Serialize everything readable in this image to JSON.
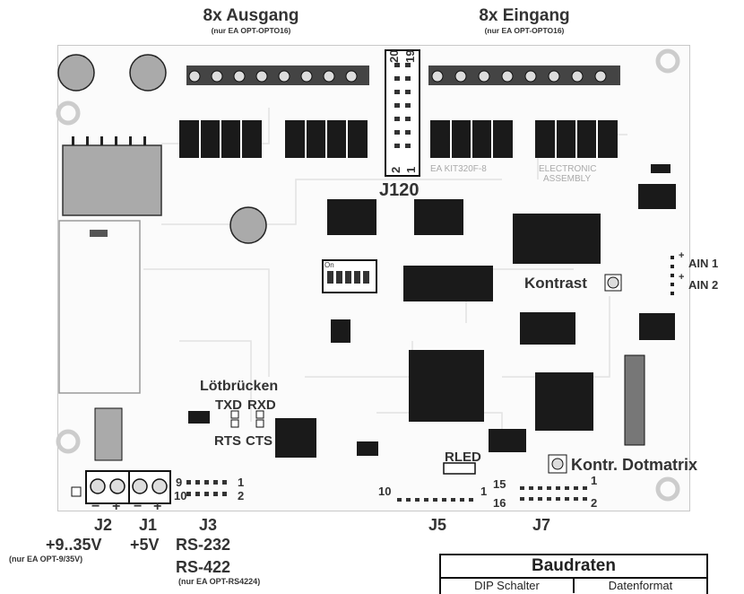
{
  "headings": {
    "outputs": {
      "title": "8x Ausgang",
      "note": "(nur EA OPT-OPTO16)"
    },
    "inputs": {
      "title": "8x Eingang",
      "note": "(nur EA OPT-OPTO16)"
    }
  },
  "board_labels": {
    "j120": "J120",
    "j120_pin20": "20",
    "j120_pin19": "19",
    "j120_pin2": "2",
    "j120_pin1": "1",
    "silk_kit": "EA KIT320F-8",
    "silk_electronic": "ELECTRONIC",
    "silk_assembly": "ASSEMBLY",
    "dip_on": "On",
    "ain1": "AIN 1",
    "ain2": "AIN 2",
    "ain_plus": "+",
    "kontrast": "Kontrast",
    "kontr_dotmatrix": "Kontr. Dotmatrix",
    "lotbrucken": "Lötbrücken",
    "txd": "TXD",
    "rxd": "RXD",
    "rts": "RTS",
    "cts": "CTS",
    "rled": "RLED",
    "j3_pin9": "9",
    "j3_pin1": "1",
    "j3_pin10": "10",
    "j3_pin2": "2",
    "j5_pin10": "10",
    "j5_pin1": "1",
    "j5_pin16": "16",
    "j7_pin15": "15",
    "j7_pin1": "1",
    "j7_pin2": "2",
    "minus": "−",
    "plus": "+"
  },
  "connectors": {
    "j2": {
      "name": "J2",
      "voltage": "+9..35V",
      "note": "(nur EA OPT-9/35V)"
    },
    "j1": {
      "name": "J1",
      "voltage": "+5V"
    },
    "j3": {
      "name": "J3",
      "rs232": "RS-232",
      "rs422": "RS-422",
      "note": "(nur EA OPT-RS4224)"
    },
    "j5": {
      "name": "J5"
    },
    "j7": {
      "name": "J7"
    }
  },
  "baud_table": {
    "title": "Baudraten",
    "col1": "DIP Schalter",
    "col2": "Datenformat"
  }
}
